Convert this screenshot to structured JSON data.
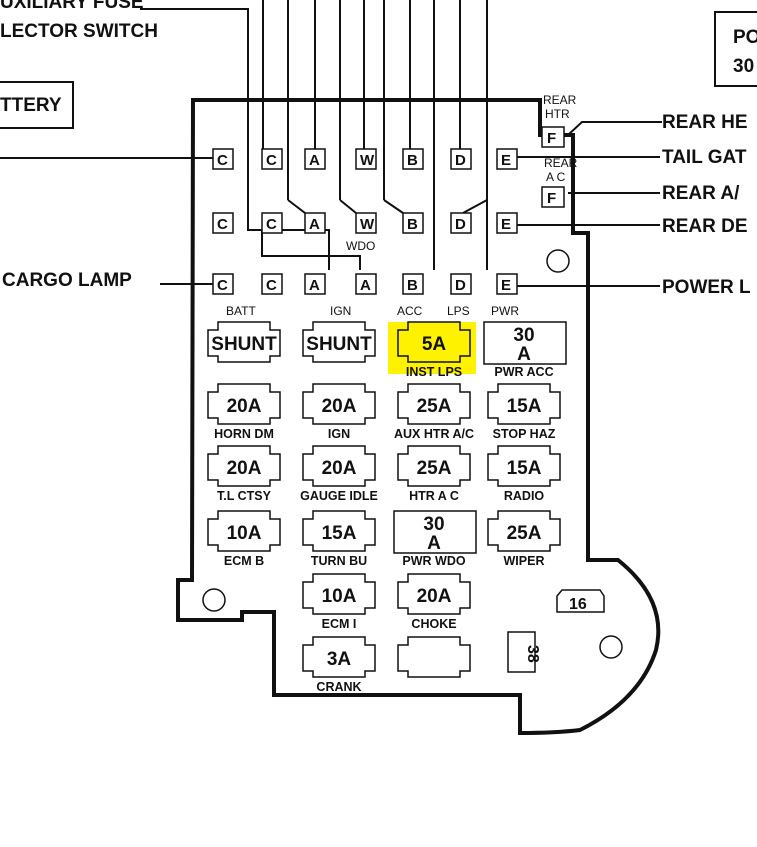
{
  "labels": {
    "auxiliary_fuse": "UXILIARY FUSE",
    "selector_switch": "LECTOR SWITCH",
    "battery": "TTERY",
    "cargo_lamp": "CARGO LAMP",
    "rear_heater": "REAR HE",
    "tail_gate": "TAIL GAT",
    "rear_ac": "REAR A/",
    "rear_defog": "REAR DE",
    "power_lock": "POWER L",
    "top_right_box": [
      "PO",
      "30"
    ],
    "rear_htr_small": [
      "REAR",
      "HTR"
    ],
    "rear_ac_small": [
      "REAR",
      "A C"
    ],
    "wdo": "WDO"
  },
  "terminal_rows": [
    [
      "C",
      "C",
      "A",
      "W",
      "B",
      "D",
      "E"
    ],
    [
      "C",
      "C",
      "A",
      "W",
      "B",
      "D",
      "E"
    ],
    [
      "C",
      "C",
      "A",
      "A",
      "B",
      "D",
      "E"
    ]
  ],
  "rear_terminals": [
    "F",
    "F"
  ],
  "bus_labels": [
    "BATT",
    "IGN",
    "ACC",
    "LPS",
    "PWR"
  ],
  "fuses": [
    {
      "value": "SHUNT",
      "label": ""
    },
    {
      "value": "SHUNT",
      "label": ""
    },
    {
      "value": "5A",
      "label": "INST LPS",
      "highlight": true
    },
    {
      "value": "30\nA",
      "label": "PWR ACC"
    },
    {
      "value": "20A",
      "label": "HORN DM"
    },
    {
      "value": "20A",
      "label": "IGN"
    },
    {
      "value": "25A",
      "label": "AUX HTR A/C"
    },
    {
      "value": "15A",
      "label": "STOP HAZ"
    },
    {
      "value": "20A",
      "label": "T.L CTSY"
    },
    {
      "value": "20A",
      "label": "GAUGE IDLE"
    },
    {
      "value": "25A",
      "label": "HTR A C"
    },
    {
      "value": "15A",
      "label": "RADIO"
    },
    {
      "value": "10A",
      "label": "ECM B"
    },
    {
      "value": "15A",
      "label": "TURN BU"
    },
    {
      "value": "30\nA",
      "label": "PWR WDO"
    },
    {
      "value": "25A",
      "label": "WIPER"
    },
    {
      "value": "10A",
      "label": "ECM I"
    },
    {
      "value": "20A",
      "label": "CHOKE"
    },
    {
      "value": "3A",
      "label": "CRANK"
    },
    {
      "value": "",
      "label": ""
    }
  ],
  "connectors": [
    "16",
    "38"
  ],
  "colors": {
    "line": "#111111",
    "highlight": "#fff200"
  }
}
